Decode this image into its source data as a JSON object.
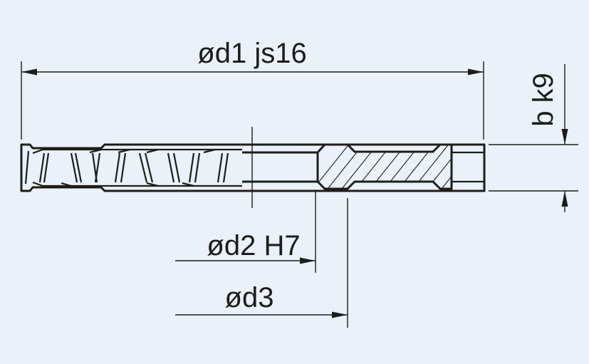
{
  "labels": {
    "outer_diameter": "ød1 js16",
    "bore_diameter": "ød2 H7",
    "hub_diameter": "ød3",
    "width": "b k9"
  },
  "colors": {
    "background": "#eaf1f8",
    "line": "#1d1d1b"
  }
}
